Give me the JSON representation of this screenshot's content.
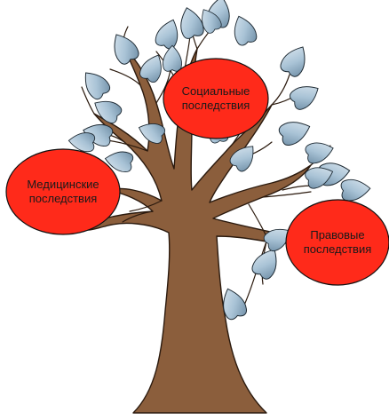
{
  "diagram": {
    "bubbles": [
      {
        "id": "social",
        "text": "Социальные последствия"
      },
      {
        "id": "medical",
        "text": "Медицинские последствия"
      },
      {
        "id": "legal",
        "text": "Правовые последствия"
      }
    ]
  },
  "colors": {
    "bubble_fill": "#ff2a1a",
    "bubble_stroke": "#111111",
    "trunk_fill": "#8b5e3c",
    "trunk_stroke": "#2b1a0e",
    "leaf_fill": "#a9c3d6",
    "leaf_stroke": "#1e2a33"
  },
  "icons": {
    "leaf": "leaf-icon",
    "tree": "tree-icon"
  }
}
